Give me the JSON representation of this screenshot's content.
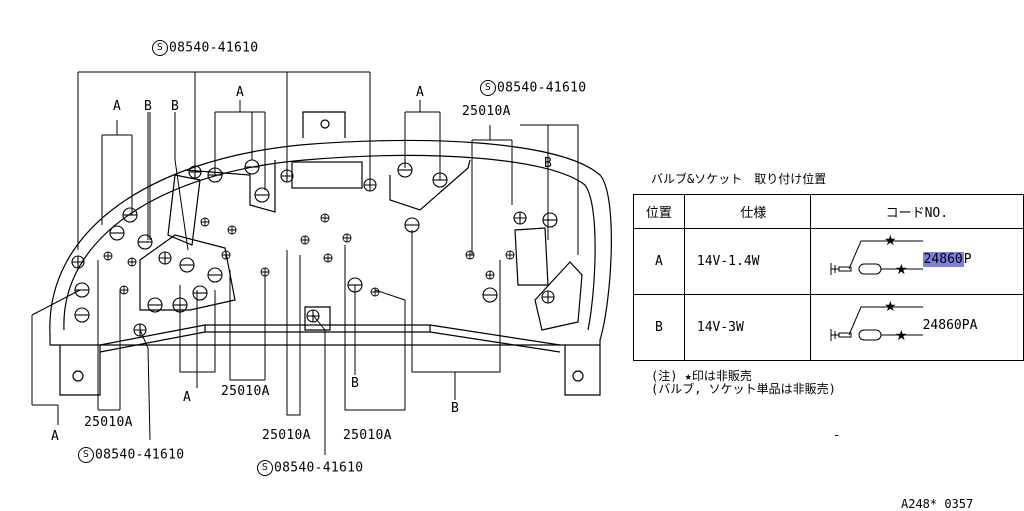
{
  "callouts": {
    "part_08540_41610": "08540-41610",
    "part_25010a": "25010A",
    "screw_symbol": "S",
    "letter_a": "A",
    "letter_b": "B"
  },
  "table": {
    "title": "バルブ&ソケット　取り付け位置",
    "headers": [
      "位置",
      "仕様",
      "コードNO."
    ],
    "rows": [
      {
        "position": "A",
        "spec": "14V-1.4W",
        "code": "24860P",
        "code_highlight": "24860",
        "code_suffix": "P"
      },
      {
        "position": "B",
        "spec": "14V-3W",
        "code": "24860PA"
      }
    ]
  },
  "notes": {
    "line1": "(注) ★印は非販売",
    "line2": "(バルブ, ソケット単品は非販売)"
  },
  "dash": "-",
  "reference": "A248* 0357",
  "colors": {
    "highlight": "#7b7fe0",
    "line": "#000000",
    "background": "#ffffff"
  }
}
